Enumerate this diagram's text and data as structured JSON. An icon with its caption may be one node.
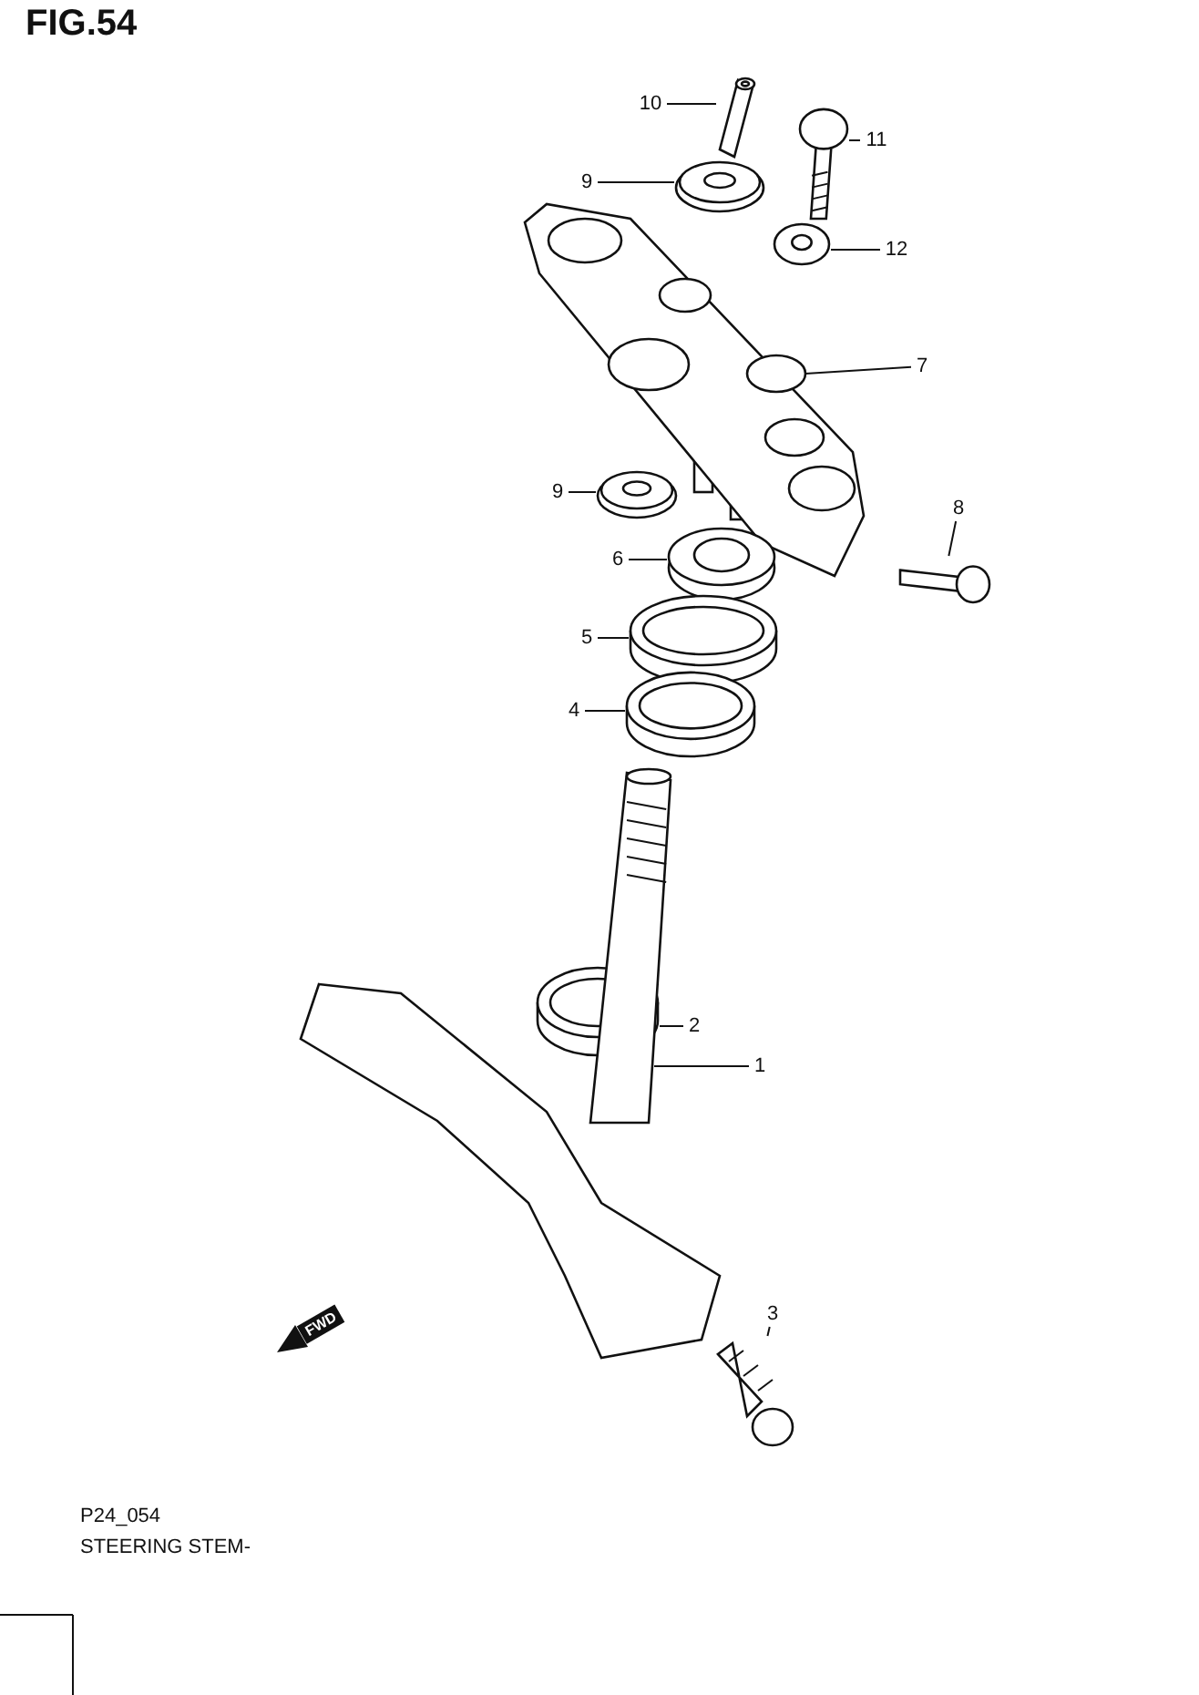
{
  "diagram": {
    "title": "FIG.54",
    "nodes": [
      {
        "text": [
          "10"
        ]
      },
      {
        "text": [],
        "shape": "picture"
      },
      {
        "text": [
          "11"
        ]
      },
      {
        "text": [],
        "shape": "picture"
      },
      {
        "text": [
          "9"
        ]
      },
      {
        "text": [],
        "shape": "picture"
      },
      {
        "text": [
          "12"
        ]
      },
      {
        "text": [],
        "shape": "picture"
      },
      {
        "text": [
          "7"
        ]
      },
      {
        "text": [],
        "shape": "picture"
      },
      {
        "text": [
          "9"
        ]
      },
      {
        "text": [],
        "shape": "picture"
      },
      {
        "text": [
          "8"
        ]
      },
      {
        "text": [],
        "shape": "picture"
      },
      {
        "text": [
          "6"
        ]
      },
      {
        "text": [],
        "shape": "picture"
      },
      {
        "text": [
          "5"
        ]
      },
      {
        "text": [],
        "shape": "picture"
      },
      {
        "text": [
          "4"
        ]
      },
      {
        "text": [],
        "shape": "picture"
      },
      {
        "text": [
          "2"
        ]
      },
      {
        "text": [],
        "shape": "picture"
      },
      {
        "text": [
          "1"
        ]
      },
      {
        "text": [],
        "shape": "picture"
      },
      {
        "text": [
          "3"
        ]
      },
      {
        "text": [],
        "shape": "picture"
      }
    ],
    "edges": [
      {
        "from": 0,
        "to": 1,
        "arrow": "none"
      },
      {
        "from": 2,
        "to": 3,
        "arrow": "none"
      },
      {
        "from": 4,
        "to": 5,
        "arrow": "none"
      },
      {
        "from": 6,
        "to": 7,
        "arrow": "none"
      },
      {
        "from": 8,
        "to": 9,
        "arrow": "none"
      },
      {
        "from": 10,
        "to": 11,
        "arrow": "none"
      },
      {
        "from": 12,
        "to": 13,
        "arrow": "none"
      },
      {
        "from": 14,
        "to": 15,
        "arrow": "none"
      },
      {
        "from": 16,
        "to": 17,
        "arrow": "none"
      },
      {
        "from": 18,
        "to": 19,
        "arrow": "none"
      },
      {
        "from": 20,
        "to": 21,
        "arrow": "none"
      },
      {
        "from": 22,
        "to": 23,
        "arrow": "none"
      },
      {
        "from": 24,
        "to": 25,
        "arrow": "none"
      }
    ],
    "labels": [
      "FWD",
      "P24_054",
      "STEERING STEM-"
    ]
  }
}
